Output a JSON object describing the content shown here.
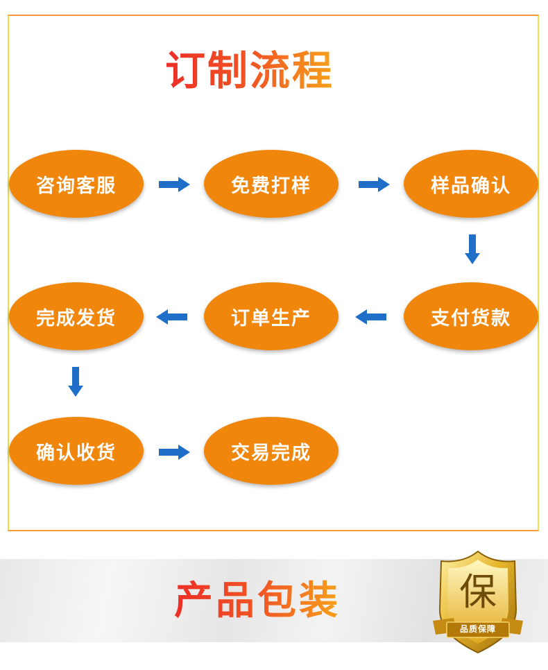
{
  "title": "订制流程",
  "steps": [
    "咨询客服",
    "免费打样",
    "样品确认",
    "支付货款",
    "订单生产",
    "完成发货",
    "确认收货",
    "交易完成"
  ],
  "packaging": {
    "title": "产品包装",
    "badge_char": "保",
    "badge_ribbon": "品质保障"
  },
  "colors": {
    "step_fill": "#f0860b",
    "arrow": "#1f6fc9",
    "frame": "#f39a3a",
    "title_gradient": [
      "#ec2e27",
      "#f7a21b"
    ]
  }
}
